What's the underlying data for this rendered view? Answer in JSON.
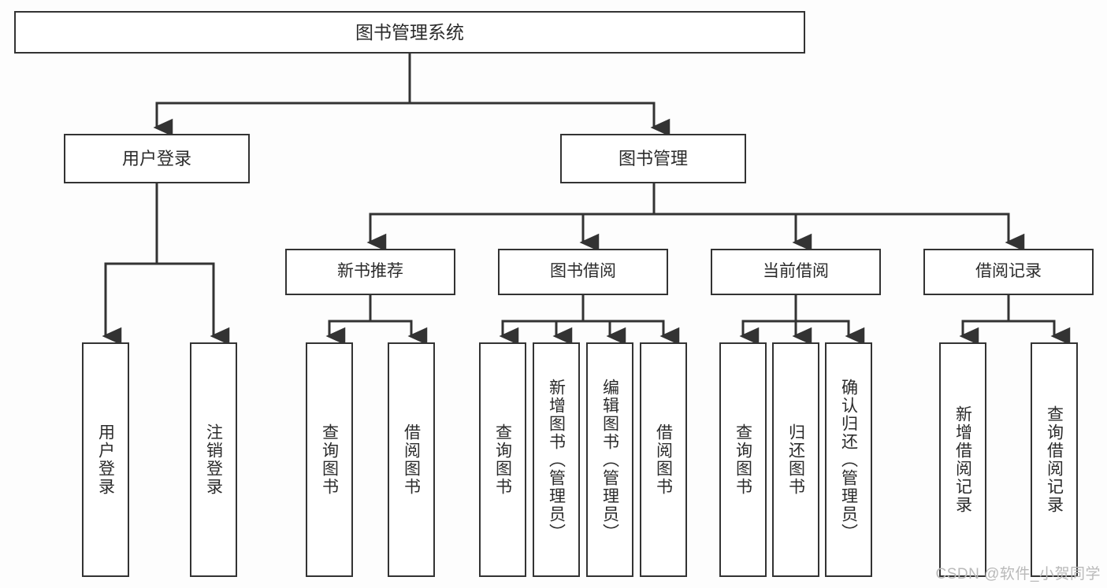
{
  "diagram": {
    "title": "图书管理系统",
    "colors": {
      "background": "#fdfdfd",
      "box_fill": "#ffffff",
      "box_border": "#333333",
      "connector": "#333333",
      "text": "#2b2b2b",
      "watermark": "#b9b9b9"
    },
    "root": {
      "label": "图书管理系统"
    },
    "level1": [
      {
        "label": "用户登录"
      },
      {
        "label": "图书管理"
      }
    ],
    "level2": [
      {
        "label": "新书推荐"
      },
      {
        "label": "图书借阅"
      },
      {
        "label": "当前借阅"
      },
      {
        "label": "借阅记录"
      }
    ],
    "leaves": {
      "user_login": [
        {
          "label": "用户登录"
        },
        {
          "label": "注销登录"
        }
      ],
      "new_book": [
        {
          "label": "查询图书"
        },
        {
          "label": "借阅图书"
        }
      ],
      "book_borrow": [
        {
          "label": "查询图书"
        },
        {
          "label": "新增图书（管理员）"
        },
        {
          "label": "编辑图书（管理员）"
        },
        {
          "label": "借阅图书"
        }
      ],
      "current_borrow": [
        {
          "label": "查询图书"
        },
        {
          "label": "归还图书"
        },
        {
          "label": "确认归还（管理员）"
        }
      ],
      "borrow_record": [
        {
          "label": "新增借阅记录"
        },
        {
          "label": "查询借阅记录"
        }
      ]
    }
  },
  "watermark": {
    "text": "CSDN @软件_小贺同学"
  }
}
